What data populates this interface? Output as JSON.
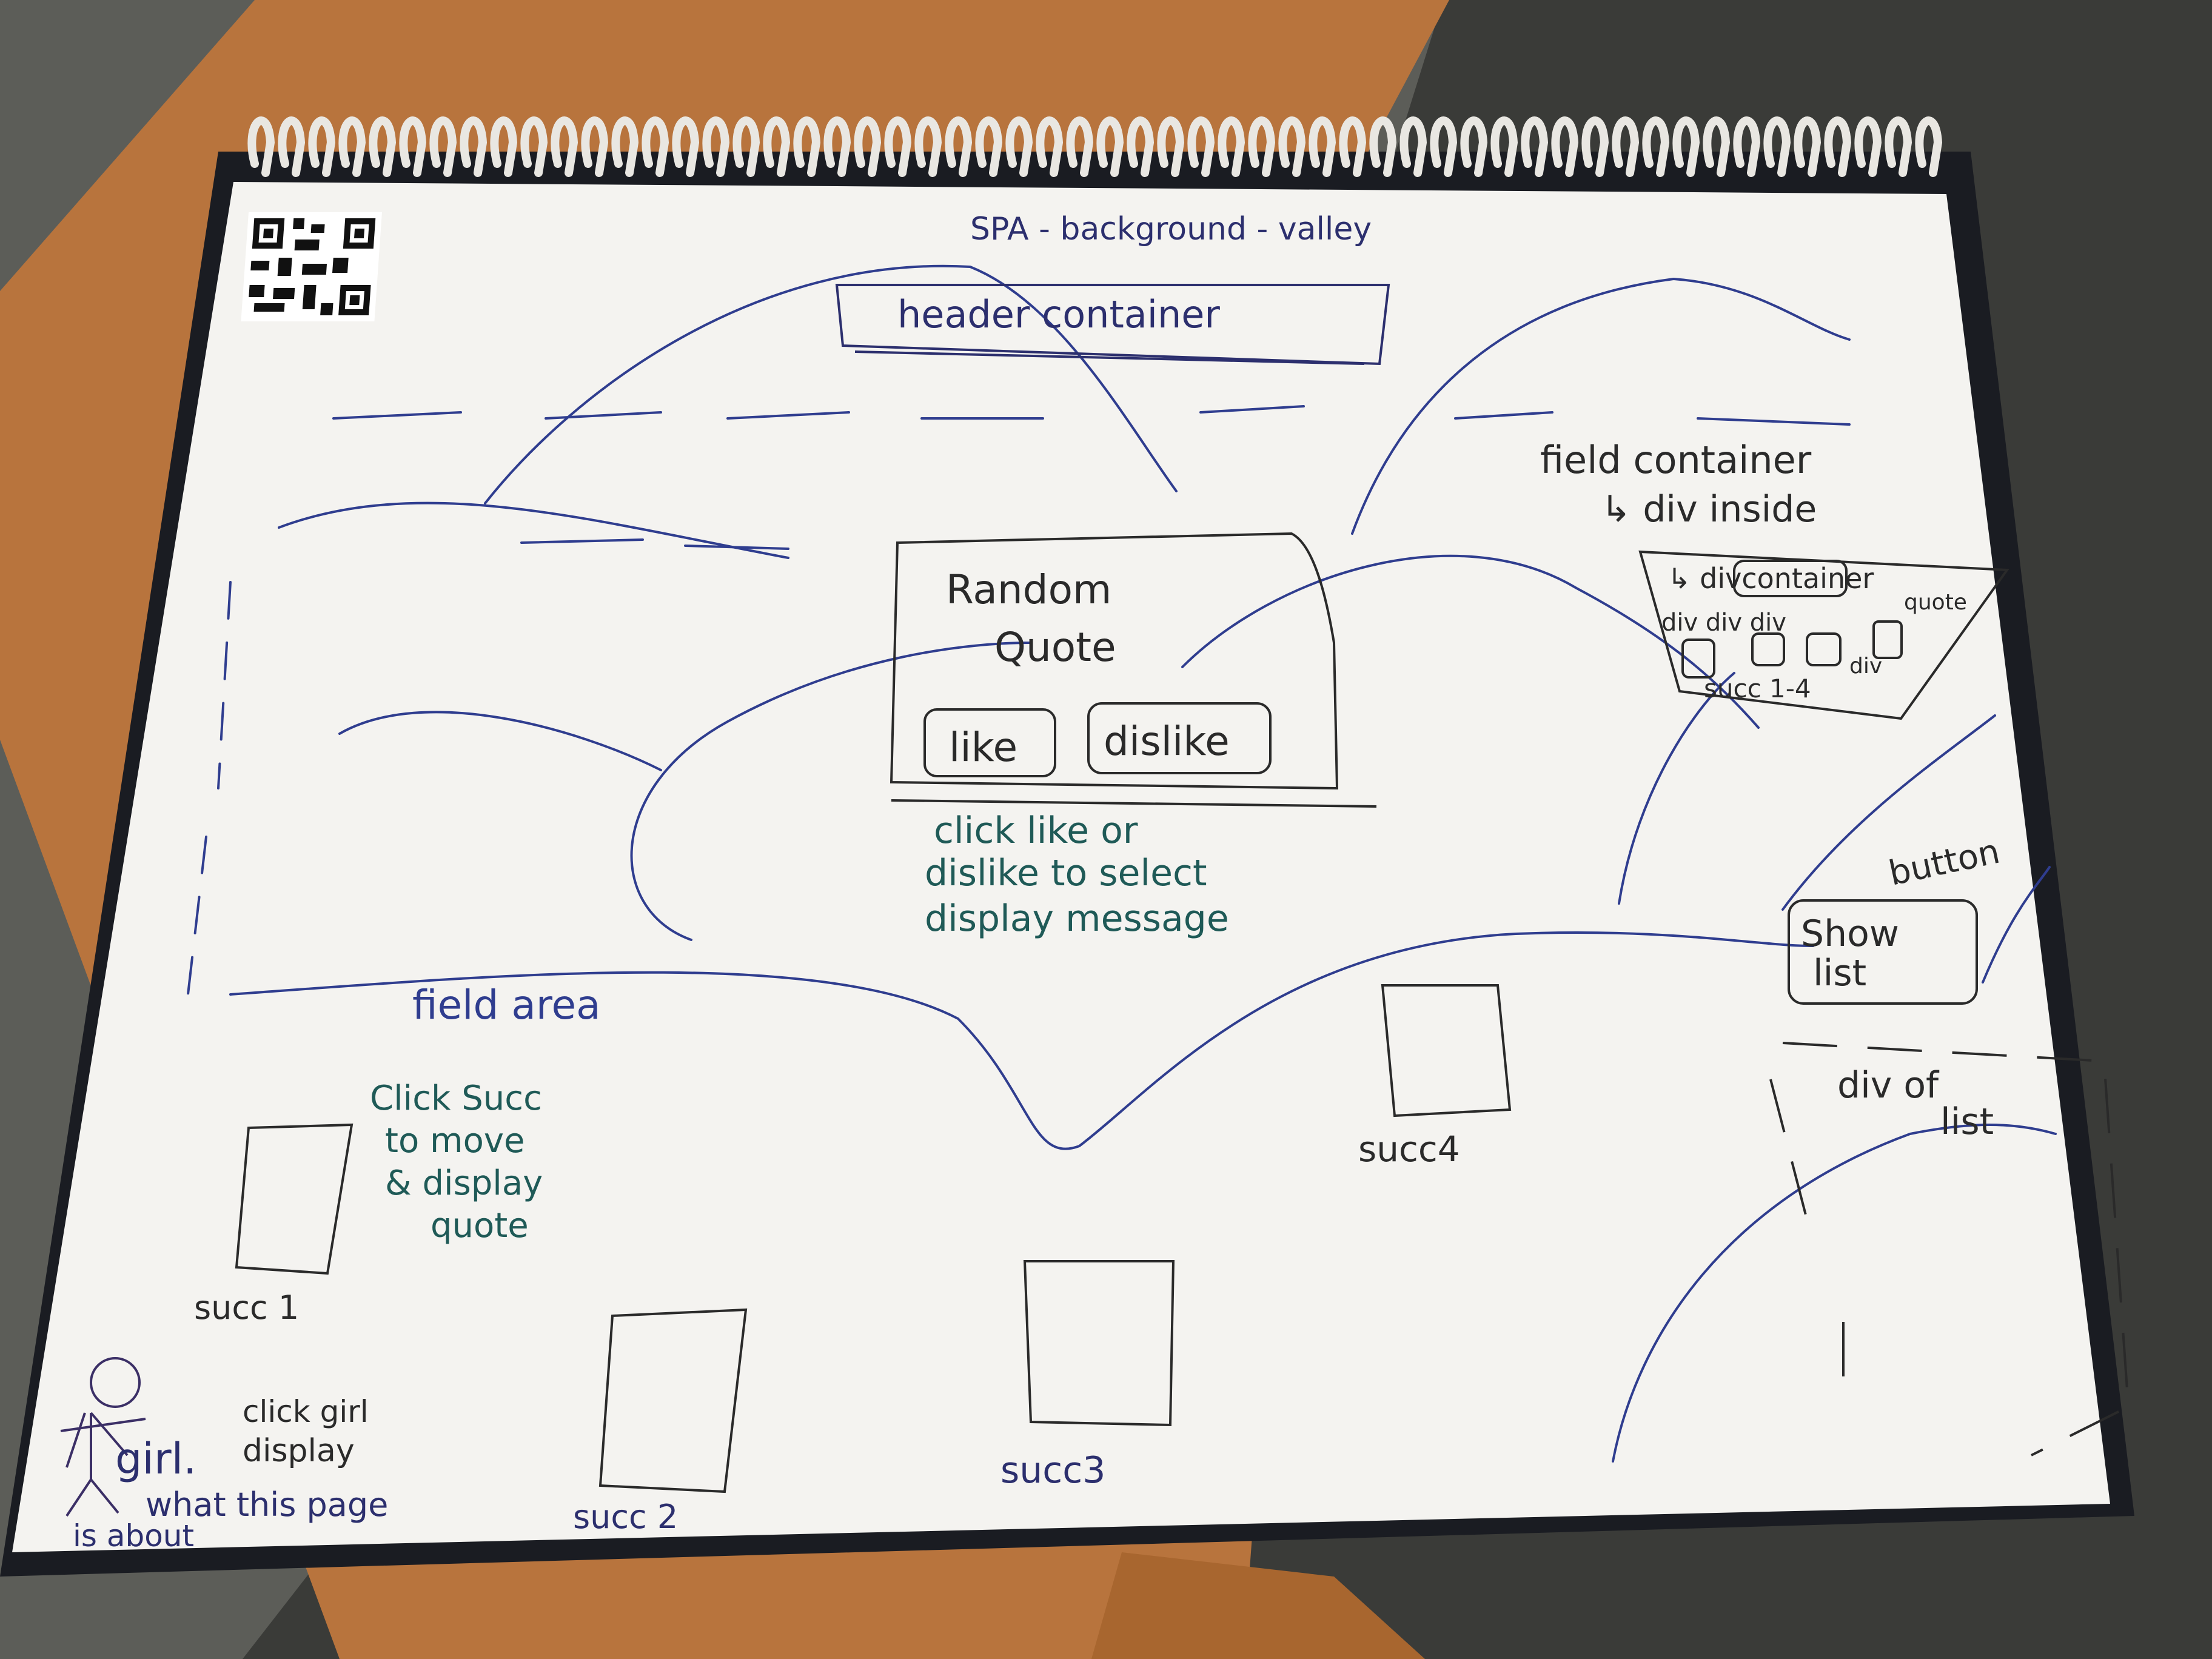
{
  "sketch": {
    "title": "SPA - background - valley",
    "header_box": "header container",
    "quote_box": {
      "line1": "Random",
      "line2": "Quote",
      "like": "like",
      "dislike": "dislike"
    },
    "quote_note": [
      "click like or",
      "dislike to select",
      "display message"
    ],
    "field_container_note": [
      "field container",
      "↳ div inside"
    ],
    "inner_container": {
      "label": "↳ divcontainer",
      "quote": "quote",
      "divs": "div div div",
      "div_right": "div",
      "succ_range": "succ 1-4"
    },
    "button_note": "button",
    "show_list_button": [
      "Show",
      "list"
    ],
    "field_area": "field area",
    "succ_note": [
      "Click Succ",
      "to move",
      "& display",
      "quote"
    ],
    "succ_labels": [
      "succ 1",
      "succ 2",
      "succ3",
      "succ4"
    ],
    "list_div": [
      "div of",
      "list"
    ],
    "girl_label": "girl.",
    "girl_note": [
      "click girl",
      "display",
      "what this page",
      "is about"
    ]
  },
  "colors": {
    "ink_blue": "#2f3d8f",
    "ink_teal": "#1f5a57",
    "ink_navy": "#2c2f6e",
    "ink_black": "#2a2a2a",
    "paper": "#f4f3f0",
    "desk_wood": "#b8743d",
    "fabric": "#3a3b38"
  },
  "icons": [
    "qr-code-icon",
    "spiral-binding-icon",
    "stick-figure-icon"
  ]
}
